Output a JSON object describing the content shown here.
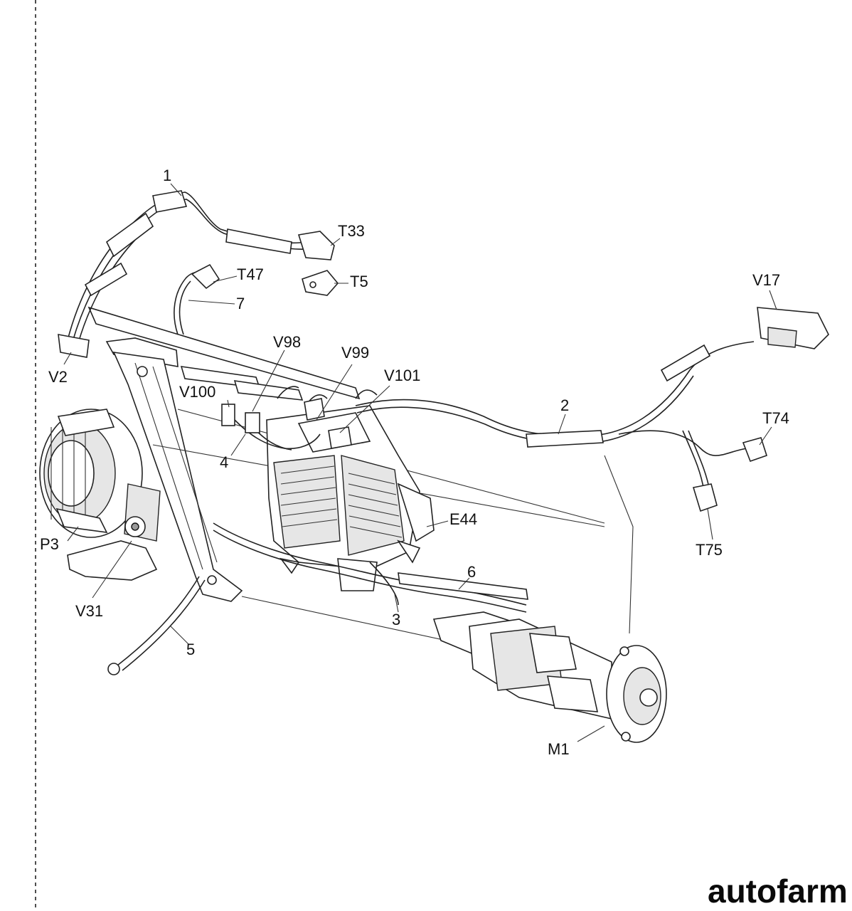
{
  "labels": {
    "l1": "1",
    "l2": "2",
    "l3": "3",
    "l4": "4",
    "l5": "5",
    "l6": "6",
    "l7": "7",
    "t33": "T33",
    "t47": "T47",
    "t5": "T5",
    "v17": "V17",
    "v98": "V98",
    "v99": "V99",
    "v101": "V101",
    "v100": "V100",
    "v2": "V2",
    "t74": "T74",
    "t75": "T75",
    "e44": "E44",
    "p3": "P3",
    "v31": "V31",
    "m1": "M1"
  },
  "watermark": "autofarm"
}
